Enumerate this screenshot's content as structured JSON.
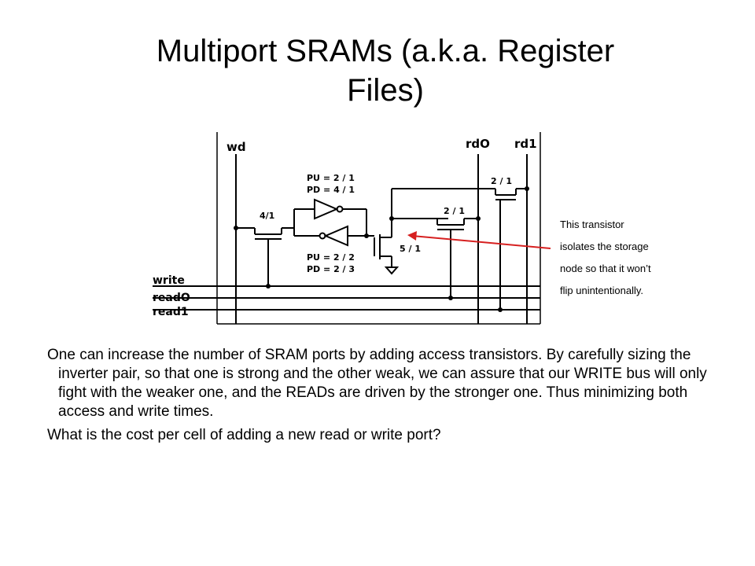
{
  "slide": {
    "title_line1": "Multiport SRAMs (a.k.a. Register",
    "title_line2": "Files)"
  },
  "diagram": {
    "columns": {
      "wd": "wd",
      "rd0": "rdO",
      "rd1": "rd1"
    },
    "rows": {
      "write": "write",
      "read0": "readO",
      "read1": "read1"
    },
    "upper_inverter": {
      "pu": "PU = 2 / 1",
      "pd": "PD = 4 / 1"
    },
    "lower_inverter": {
      "pu": "PU = 2 / 2",
      "pd": "PD = 2 / 3"
    },
    "write_access": "4/1",
    "isolation_transistor": "5 / 1",
    "read0_access": "2 / 1",
    "read1_access": "2 / 1",
    "upper_inverter_color": "#ffffff",
    "lower_inverter_color": "#bdbdbd",
    "arrow_color": "#d62020"
  },
  "annotation": {
    "line1": "This transistor",
    "line2": "isolates the storage",
    "line3": "node so that it won’t",
    "line4": "flip unintentionally."
  },
  "body": {
    "paragraph1": "One can increase the number of SRAM ports by adding access transistors. By carefully sizing the inverter pair, so that one is strong and the other weak, we can assure that our WRITE bus will only fight with the weaker one, and the READs are driven by the stronger one. Thus minimizing both access and write times.",
    "paragraph2": "What is the cost per cell of adding a new read or write port?"
  }
}
